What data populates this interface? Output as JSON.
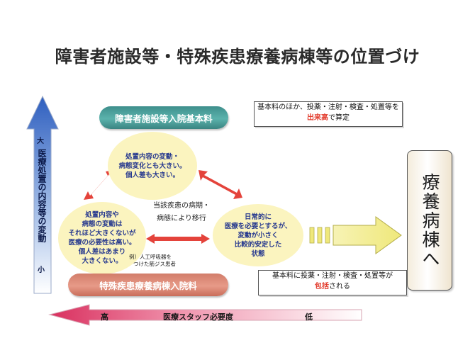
{
  "title": "障害者施設等・特殊疾患療養病棟等の位置づけ",
  "top_fee": {
    "label": "障害者施設等入院基本料",
    "note_line1": "基本料のほか、投薬・注射・検査・処置等を",
    "note_emphasis": "出来高",
    "note_suffix": "で算定"
  },
  "bottom_fee": {
    "label": "特殊疾患療養病棟入院料",
    "note_line1": "基本料に投薬・注射・検査・処置等が",
    "note_emphasis": "包括",
    "note_suffix": "される"
  },
  "circles": {
    "top": [
      "処置内容の変動・",
      "病態変化とも大きい。",
      "個人差も大きい。"
    ],
    "left": [
      "処置内容や",
      "病態の変動は",
      "それほど大きくないが",
      "医療の必要性は高い。",
      "個人差はあまり",
      "大きくない。"
    ],
    "right": [
      "日常的に",
      "医療を必要とするが、",
      "変動が小さく",
      "比較的安定した",
      "状態"
    ]
  },
  "center_text": [
    "当該疾患の病期・",
    "病態により移行"
  ],
  "example_text": [
    "例）人工呼吸器を",
    "つけた筋ジス患者"
  ],
  "vertical_axis": {
    "high": "大",
    "label": "医療処置の内容等の変動",
    "low": "小"
  },
  "horizontal_axis": {
    "high": "高",
    "label": "医療スタッフ必要度",
    "low": "低"
  },
  "ward_label": "療養病棟へ",
  "colors": {
    "top_pill": "#4fa29e",
    "bottom_pill": "#df8c79",
    "circle_fill": "#fbf4bf",
    "circle_text": "#283a8f",
    "emphasis_red": "#e23b2c",
    "vertical_arrow": "#3a6fc8",
    "horizontal_arrow": "#e0466e",
    "transition_arrow": "#d9534f",
    "ward_arrow": "#f3ef8a"
  }
}
